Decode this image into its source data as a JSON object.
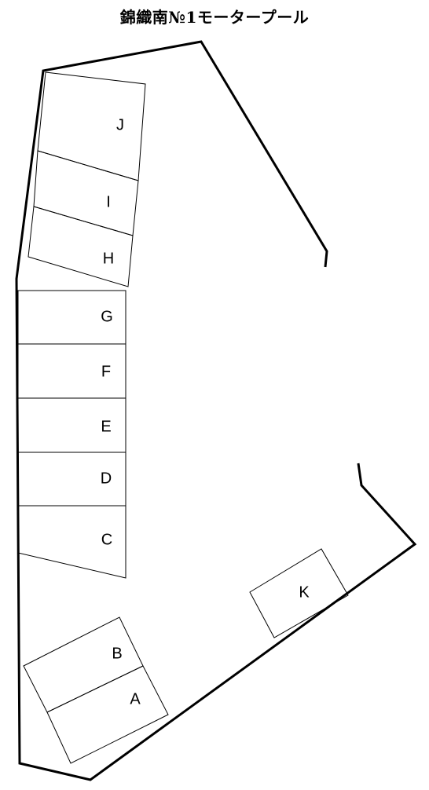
{
  "title": "錦織南№1モータープール",
  "spaces": [
    {
      "id": "J",
      "label": "J"
    },
    {
      "id": "I",
      "label": "I"
    },
    {
      "id": "H",
      "label": "H"
    },
    {
      "id": "G",
      "label": "G"
    },
    {
      "id": "F",
      "label": "F"
    },
    {
      "id": "E",
      "label": "E"
    },
    {
      "id": "D",
      "label": "D"
    },
    {
      "id": "C",
      "label": "C"
    },
    {
      "id": "B",
      "label": "B"
    },
    {
      "id": "A",
      "label": "A"
    },
    {
      "id": "K",
      "label": "K"
    }
  ]
}
